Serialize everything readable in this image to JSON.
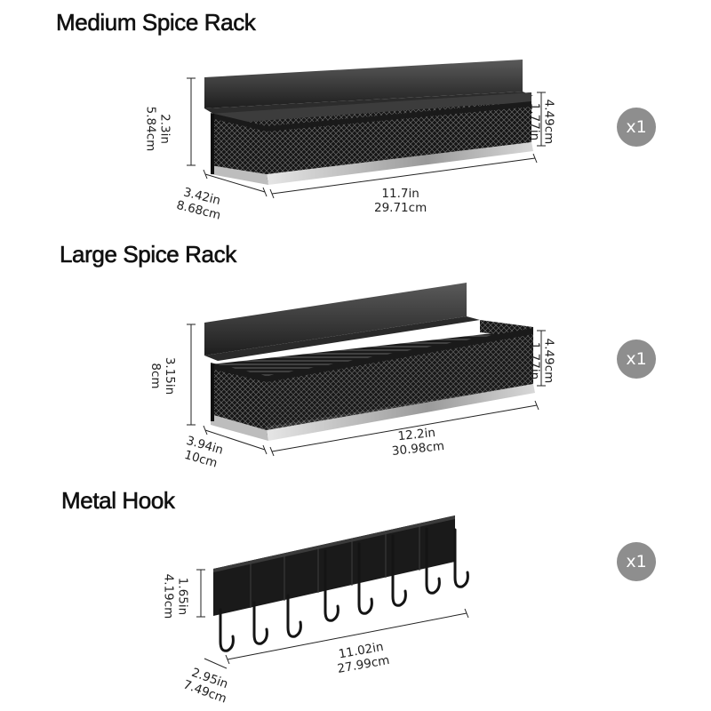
{
  "products": [
    {
      "title": "Medium Spice Rack",
      "quantity": "x1",
      "height_left": {
        "in": "2.3in",
        "cm": "5.84cm"
      },
      "height_right": {
        "in": "1.77in",
        "cm": "4.49cm"
      },
      "depth": {
        "in": "3.42in",
        "cm": "8.68cm"
      },
      "width": {
        "in": "11.7in",
        "cm": "29.71cm"
      }
    },
    {
      "title": "Large Spice Rack",
      "quantity": "x1",
      "height_left": {
        "in": "3.15in",
        "cm": "8cm"
      },
      "height_right": {
        "in": "1.77in",
        "cm": "4.49cm"
      },
      "depth": {
        "in": "3.94in",
        "cm": "10cm"
      },
      "width": {
        "in": "12.2in",
        "cm": "30.98cm"
      }
    },
    {
      "title": "Metal Hook",
      "quantity": "x1",
      "height_left": {
        "in": "1.65in",
        "cm": "4.19cm"
      },
      "depth": {
        "in": "2.95in",
        "cm": "7.49cm"
      },
      "width": {
        "in": "11.02in",
        "cm": "27.99cm"
      }
    }
  ],
  "colors": {
    "product": "#1c1c1c",
    "badge": "#8e8e8e",
    "dimension_line": "#222222"
  }
}
